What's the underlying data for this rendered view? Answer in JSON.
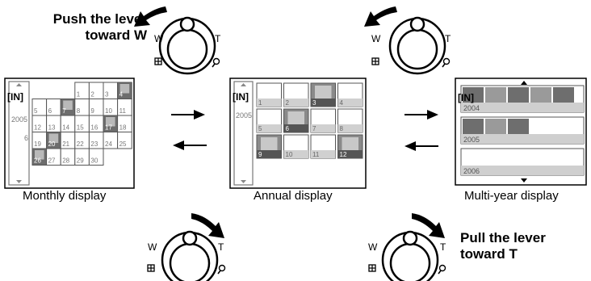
{
  "instructions": {
    "push_line1": "Push the lever",
    "push_line2": "toward W",
    "pull_line1": "Pull the lever",
    "pull_line2": "toward T"
  },
  "lever": {
    "w_label": "W",
    "t_label": "T"
  },
  "captions": {
    "monthly": "Monthly display",
    "annual": "Annual display",
    "multi": "Multi-year display"
  },
  "monthly": {
    "in_label": "[IN]",
    "year": "2005",
    "month": "6",
    "days": [
      "1",
      "2",
      "3",
      "4",
      "5",
      "6",
      "7",
      "8",
      "9",
      "10",
      "11",
      "12",
      "13",
      "14",
      "15",
      "16",
      "17",
      "18",
      "19",
      "20",
      "21",
      "22",
      "23",
      "24",
      "25",
      "26",
      "27",
      "28",
      "29",
      "30"
    ]
  },
  "annual": {
    "in_label": "[IN]",
    "year": "2005",
    "months": [
      "1",
      "2",
      "3",
      "4",
      "5",
      "6",
      "7",
      "8",
      "9",
      "10",
      "11",
      "12"
    ]
  },
  "multi": {
    "in_label": "[IN]",
    "years": [
      "2004",
      "2005",
      "2006"
    ]
  }
}
